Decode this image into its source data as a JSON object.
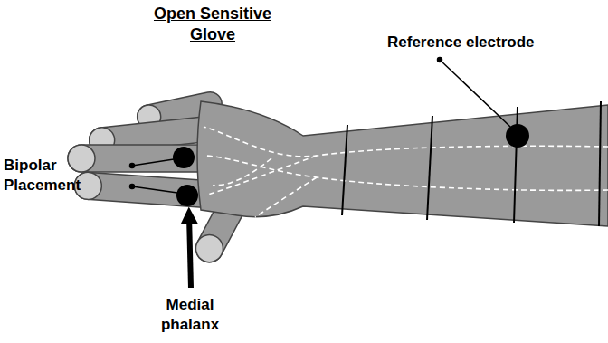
{
  "diagram": {
    "title": "Open Sensitive Glove",
    "labels": [
      "Bipolar Placement",
      "Medial phalanx",
      "Reference electrode"
    ]
  }
}
